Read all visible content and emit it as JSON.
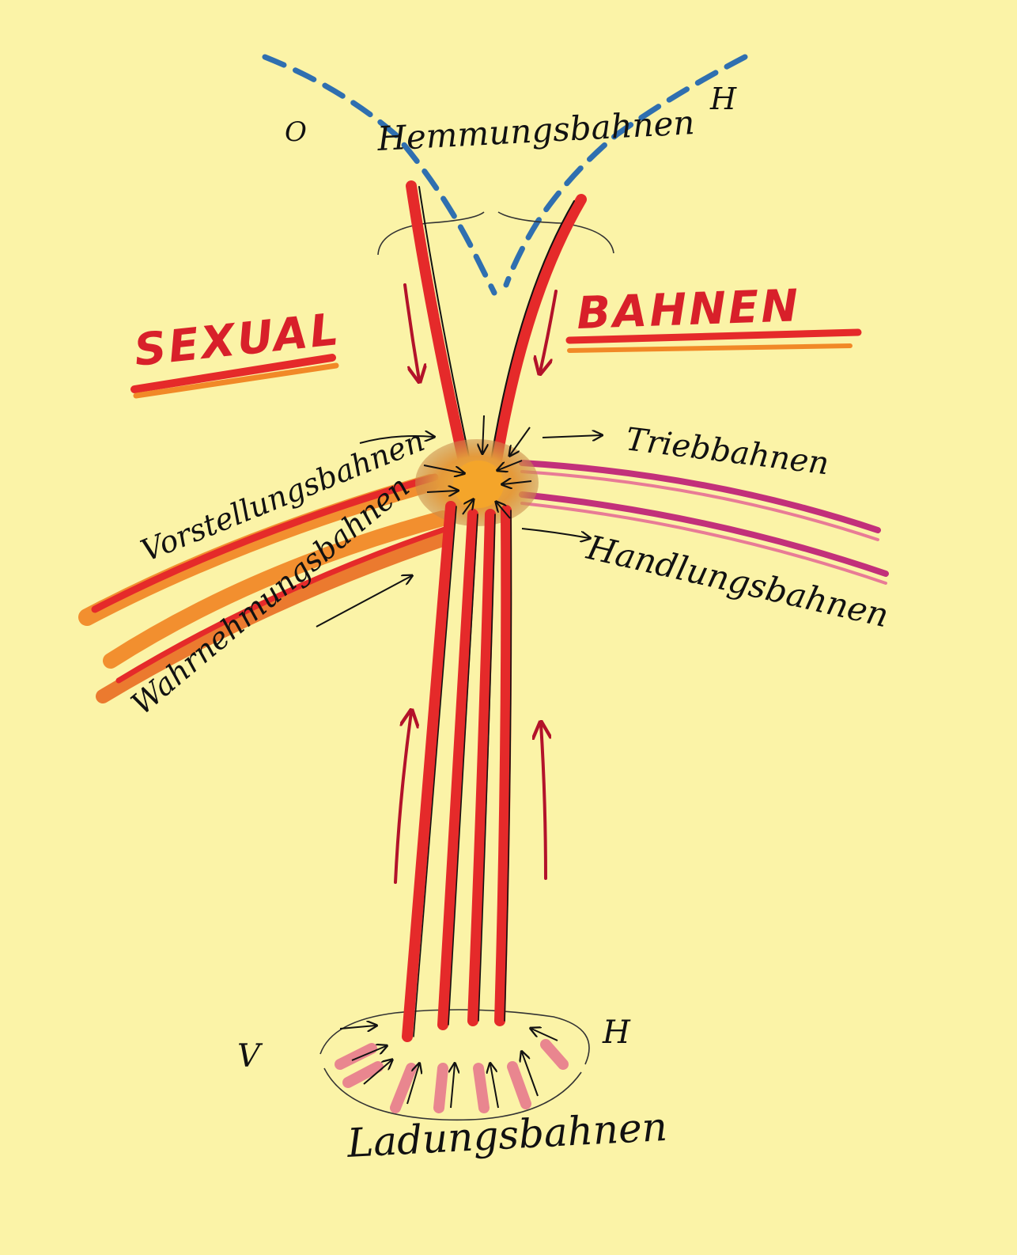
{
  "colors": {
    "paper": "#fbf3a7",
    "red": "#e52a2a",
    "orange": "#f07d1a",
    "magenta": "#c2307a",
    "blue": "#2f6fb0",
    "ink": "#111111",
    "core": "#e8a23a"
  },
  "title": {
    "left": "SEXUAL",
    "right": "BAHNEN"
  },
  "labels": {
    "top_left_letter": "O",
    "top_right_letter": "H",
    "inhibition": "Hemmungsbahnen",
    "drive": "Triebbahnen",
    "ideation": "Vorstellungsbahnen",
    "action": "Handlungsbahnen",
    "perception": "Wahrnehmungsbahnen",
    "bottom_left_letter": "V",
    "bottom_right_letter": "H",
    "charge": "Ladungsbahnen"
  }
}
